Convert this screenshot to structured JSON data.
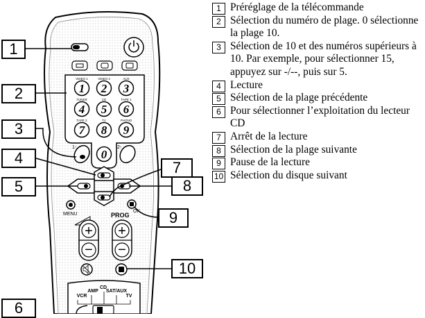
{
  "remote": {
    "digits": [
      {
        "digit": "1",
        "sub": "VIDEO 1"
      },
      {
        "digit": "2",
        "sub": "VIDEO 2"
      },
      {
        "digit": "3",
        "sub": "AUX"
      },
      {
        "digit": "4",
        "sub": "TUNER"
      },
      {
        "digit": "5",
        "sub": "CD"
      },
      {
        "digit": "6",
        "sub": "TAPE 1"
      },
      {
        "digit": "7",
        "sub": "TAPE 2"
      },
      {
        "digit": "8",
        "sub": "TV"
      },
      {
        "digit": "9",
        "sub": "PHONO"
      },
      {
        "digit": "0",
        "sub": ""
      }
    ],
    "tens_label": "1-",
    "two_label": "2-",
    "menu_label": "MENU",
    "ok_label": "OK",
    "prog_label": "PROG",
    "plus_sign": "+",
    "minus_sign": "−",
    "selector": {
      "cd": "CD",
      "amp": "AMP",
      "sat_aux": "SAT/AUX",
      "vcr": "VCR",
      "tv": "TV"
    }
  },
  "callouts": [
    "1",
    "2",
    "3",
    "4",
    "5",
    "6",
    "7",
    "8",
    "9",
    "10"
  ],
  "legend": [
    {
      "num": "1",
      "text": "Préréglage de la télécommande"
    },
    {
      "num": "2",
      "text": "Sélection du numéro de plage. 0 sélectionne la plage 10."
    },
    {
      "num": "3",
      "text": "Sélection de 10 et des numéros supérieurs à 10. Par exemple, pour sélectionner 15, appuyez sur -/--, puis sur 5."
    },
    {
      "num": "4",
      "text": "Lecture"
    },
    {
      "num": "5",
      "text": "Sélection de la plage précédente"
    },
    {
      "num": "6",
      "text": "Pour sélectionner l’exploitation du lecteur CD"
    },
    {
      "num": "7",
      "text": "Arrêt de la lecture"
    },
    {
      "num": "8",
      "text": "Sélection de la plage suivante"
    },
    {
      "num": "9",
      "text": "Pause de la lecture"
    },
    {
      "num": "10",
      "text": "Sélection du disque suivant"
    }
  ]
}
